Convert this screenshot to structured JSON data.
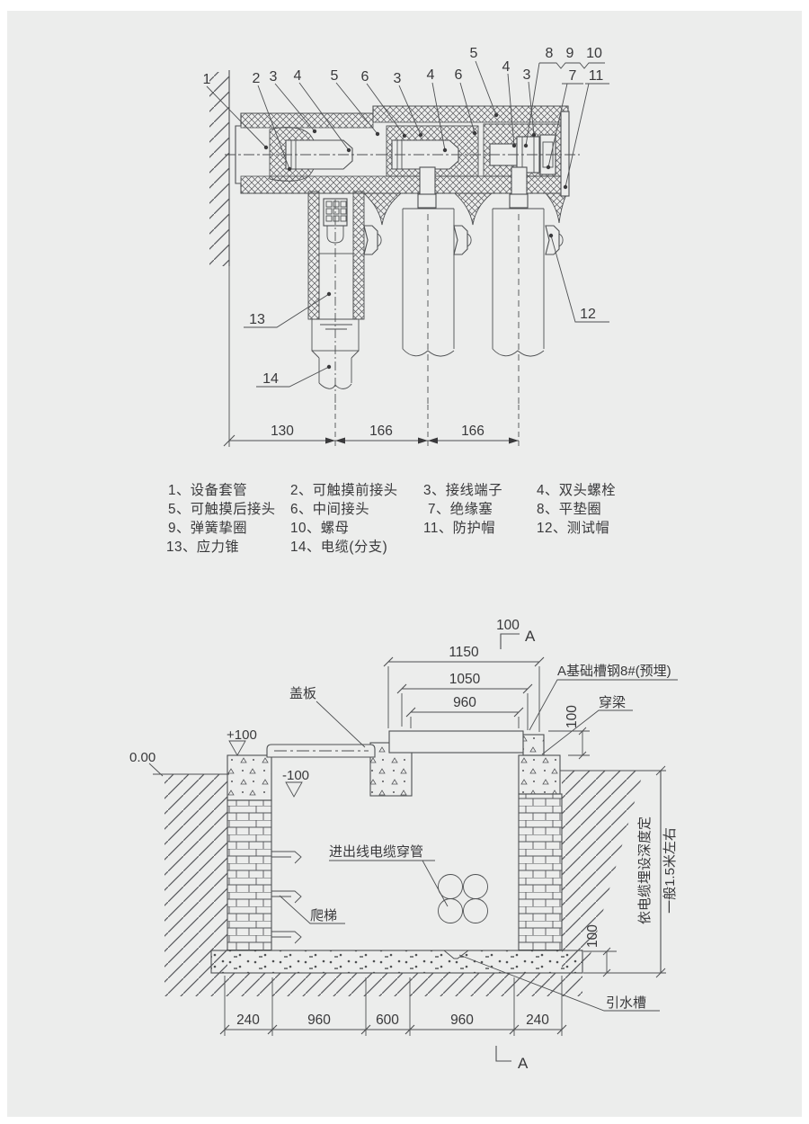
{
  "colors": {
    "page": "#ffffff",
    "panel": "#ecedec",
    "line": "#4e5052",
    "text": "#39393b"
  },
  "top_view": {
    "callouts": [
      "1",
      "2",
      "3",
      "4",
      "5",
      "6",
      "3",
      "4",
      "6",
      "5",
      "4",
      "3",
      "8",
      "9",
      "10",
      "7",
      "11",
      "13",
      "14",
      "12"
    ],
    "dims": [
      "130",
      "166",
      "166"
    ]
  },
  "legend": {
    "items": [
      "1、设备套管",
      "2、可触摸前接头",
      "3、接线端子",
      "4、双头螺栓",
      "5、可触摸后接头",
      "6、中间接头",
      "7、绝缘塞",
      "8、平垫圈",
      "9、弹簧挚圈",
      "10、螺母",
      "11、防护帽",
      "12、测试帽",
      "13、应力锥",
      "14、电缆(分支)"
    ]
  },
  "section_view": {
    "cut_dim": "100",
    "cut_label_top": "A",
    "cut_label_bottom": "A",
    "dims_top": [
      "1150",
      "1050",
      "960"
    ],
    "beam_dim": "100",
    "labels": {
      "cover": "盖板",
      "channel": "A基础槽钢8#(预埋)",
      "beam": "穿梁",
      "pipes": "进出线电缆穿管",
      "ladder": "爬梯",
      "drain": "引水槽"
    },
    "levels": {
      "plus": "+100",
      "zero": "0.00",
      "minus": "-100"
    },
    "floor_dim": "100",
    "depth_note1": "依电缆埋设深度定",
    "depth_note2": "一般1.5米左右",
    "dims_bottom": [
      "240",
      "960",
      "600",
      "960",
      "240"
    ]
  }
}
